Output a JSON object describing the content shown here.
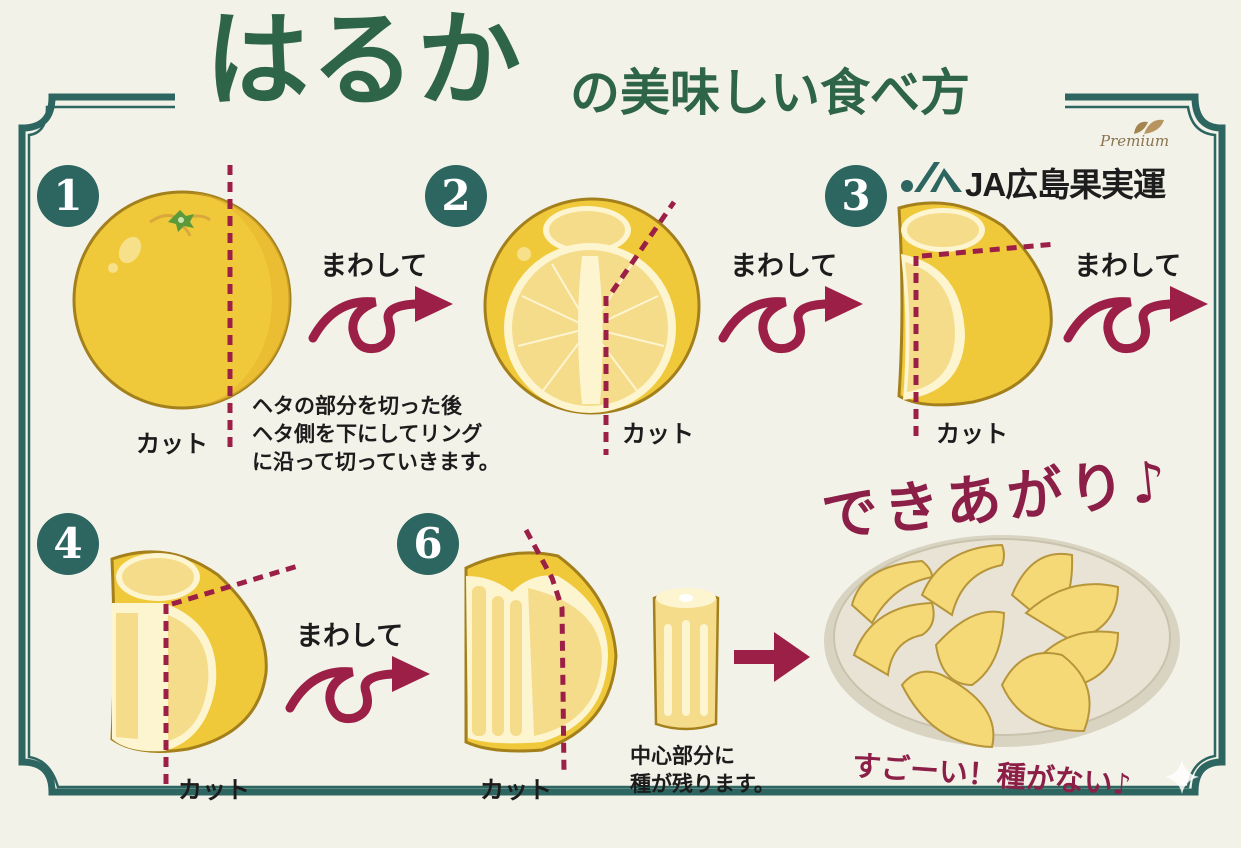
{
  "header": {
    "title_main": "はるか",
    "title_sub": "の美味しい食べ方",
    "brand": {
      "premium_label": "Premium",
      "name": "JA広島果実運",
      "logo_icon": "ja-logo-icon"
    }
  },
  "colors": {
    "background": "#f3f2e8",
    "frame": "#2d6561",
    "title_green": "#2e6448",
    "accent_red": "#8c1f47",
    "fruit_yellow": "#f0c93a",
    "fruit_outline": "#a3801c",
    "flesh": "#f5dc8a",
    "text": "#1c1c1c"
  },
  "steps": [
    {
      "number": "1",
      "cut_label": "カット",
      "note_lines": [
        "ヘタの部分を切った後",
        "ヘタ側を下にしてリング",
        "に沿って切っていきます。"
      ]
    },
    {
      "number": "2",
      "cut_label": "カット"
    },
    {
      "number": "3",
      "cut_label": "カット"
    },
    {
      "number": "4",
      "cut_label": "カット"
    },
    {
      "number": "6",
      "cut_label": "カット",
      "note_lines": [
        "中心部分に",
        "種が残ります。"
      ]
    }
  ],
  "arrows": {
    "rotate_label": "まわして",
    "rotate_icon": "loop-arrow-icon",
    "next_icon": "right-arrow-icon"
  },
  "finish": {
    "title": "できあがり♪",
    "subtitle": "すごーい！種がない♪"
  }
}
